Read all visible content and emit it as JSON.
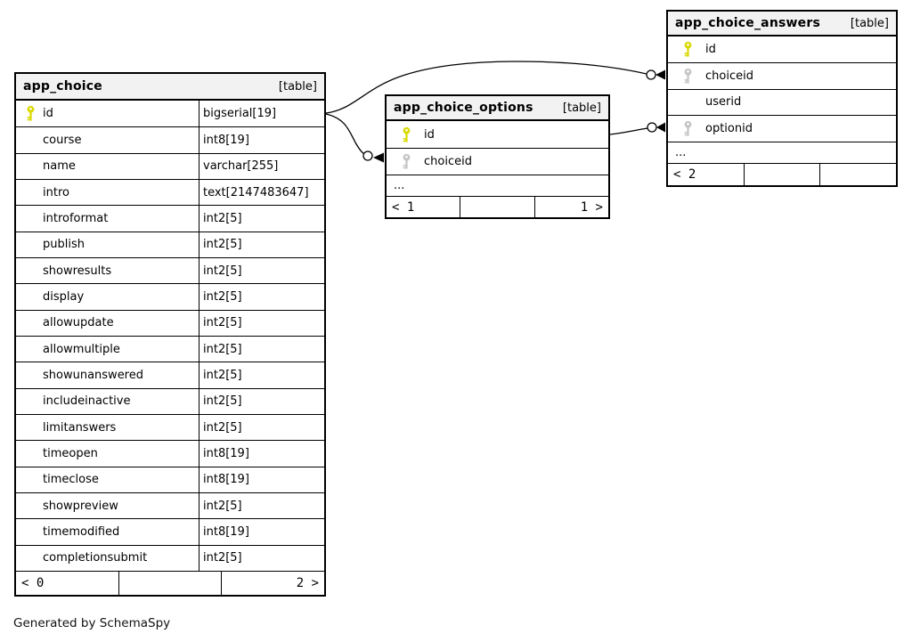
{
  "credit": "Generated by SchemaSpy",
  "colors": {
    "primary_key": "#d9d900",
    "foreign_key": "#c4c4c4",
    "header_bg": "#f2f2f2",
    "border": "#000000"
  },
  "relations": [
    {
      "from": "app_choice.id",
      "to": "app_choice_options.choiceid"
    },
    {
      "from": "app_choice.id",
      "to": "app_choice_answers.choiceid"
    },
    {
      "from": "app_choice_options.id",
      "to": "app_choice_answers.optionid"
    }
  ],
  "tables": [
    {
      "name": "app_choice",
      "badge": "[table]",
      "columns": [
        {
          "name": "id",
          "type": "bigserial[19]",
          "key": "primary"
        },
        {
          "name": "course",
          "type": "int8[19]",
          "key": "none"
        },
        {
          "name": "name",
          "type": "varchar[255]",
          "key": "none"
        },
        {
          "name": "intro",
          "type": "text[2147483647]",
          "key": "none"
        },
        {
          "name": "introformat",
          "type": "int2[5]",
          "key": "none"
        },
        {
          "name": "publish",
          "type": "int2[5]",
          "key": "none"
        },
        {
          "name": "showresults",
          "type": "int2[5]",
          "key": "none"
        },
        {
          "name": "display",
          "type": "int2[5]",
          "key": "none"
        },
        {
          "name": "allowupdate",
          "type": "int2[5]",
          "key": "none"
        },
        {
          "name": "allowmultiple",
          "type": "int2[5]",
          "key": "none"
        },
        {
          "name": "showunanswered",
          "type": "int2[5]",
          "key": "none"
        },
        {
          "name": "includeinactive",
          "type": "int2[5]",
          "key": "none"
        },
        {
          "name": "limitanswers",
          "type": "int2[5]",
          "key": "none"
        },
        {
          "name": "timeopen",
          "type": "int8[19]",
          "key": "none"
        },
        {
          "name": "timeclose",
          "type": "int8[19]",
          "key": "none"
        },
        {
          "name": "showpreview",
          "type": "int2[5]",
          "key": "none"
        },
        {
          "name": "timemodified",
          "type": "int8[19]",
          "key": "none"
        },
        {
          "name": "completionsubmit",
          "type": "int2[5]",
          "key": "none"
        }
      ],
      "footer": {
        "left": "< 0",
        "middle": "",
        "right": "2 >"
      }
    },
    {
      "name": "app_choice_options",
      "badge": "[table]",
      "columns": [
        {
          "name": "id",
          "type": null,
          "key": "primary"
        },
        {
          "name": "choiceid",
          "type": null,
          "key": "foreign"
        },
        {
          "name": "...",
          "type": null,
          "key": "none"
        }
      ],
      "footer": {
        "left": "< 1",
        "middle": "",
        "right": "1 >"
      }
    },
    {
      "name": "app_choice_answers",
      "badge": "[table]",
      "columns": [
        {
          "name": "id",
          "type": null,
          "key": "primary"
        },
        {
          "name": "choiceid",
          "type": null,
          "key": "foreign"
        },
        {
          "name": "userid",
          "type": null,
          "key": "none"
        },
        {
          "name": "optionid",
          "type": null,
          "key": "foreign"
        },
        {
          "name": "...",
          "type": null,
          "key": "none"
        }
      ],
      "footer": {
        "left": "< 2",
        "middle": "",
        "right": ""
      }
    }
  ]
}
